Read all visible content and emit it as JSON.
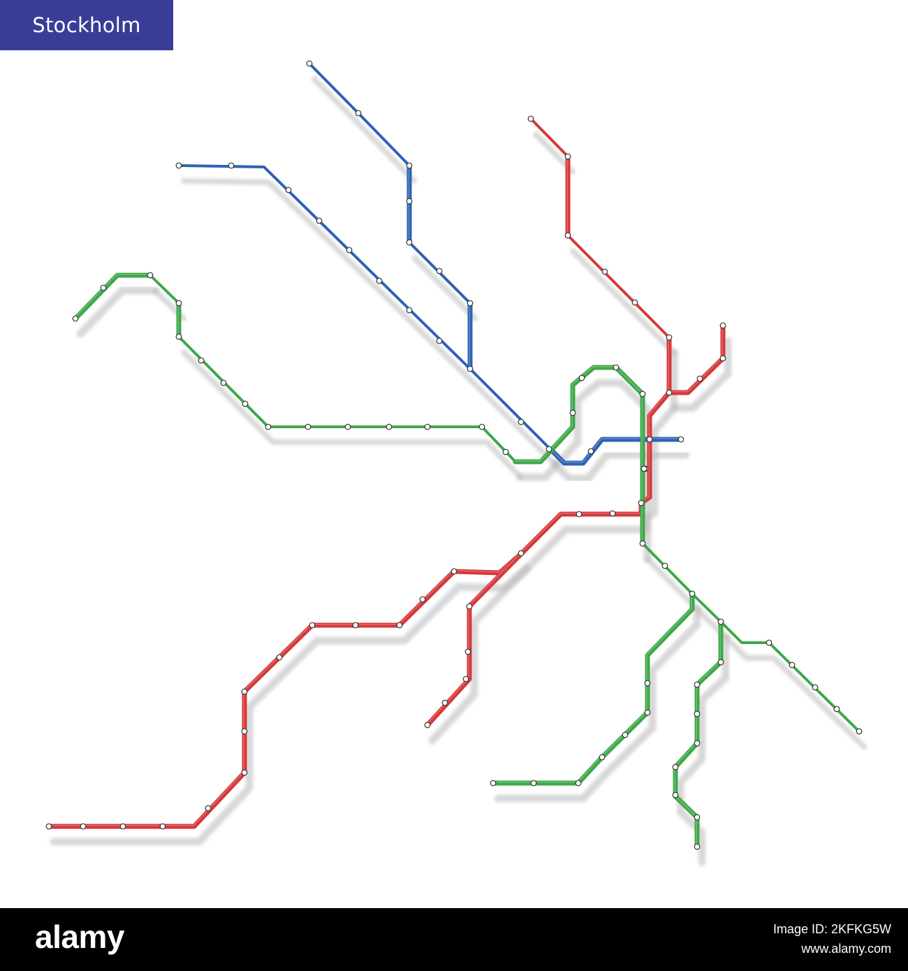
{
  "header": {
    "title": "Stockholm"
  },
  "colors": {
    "header_bg": "#3a3d97",
    "blue_line": "#2f62b5",
    "red_line": "#d6393b",
    "green_line": "#3fa84a",
    "station_fill": "#ffffff",
    "station_stroke": "#333333"
  },
  "map": {
    "lines": [
      {
        "id": "blue",
        "color_key": "blue_line"
      },
      {
        "id": "red",
        "color_key": "red_line"
      },
      {
        "id": "green",
        "color_key": "green_line"
      }
    ]
  },
  "footer": {
    "brand": "alamy",
    "image_id": "Image ID: 2KFKG5W",
    "site": "www.alamy.com"
  }
}
